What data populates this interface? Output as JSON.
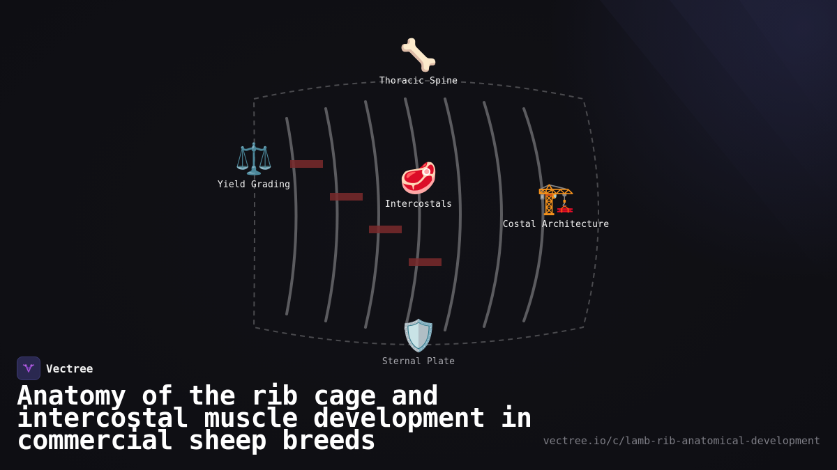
{
  "brand": {
    "name": "Vectree"
  },
  "title": "Anatomy of the rib cage and intercostal muscle development in commercial sheep breeds",
  "url": "vectree.io/c/lamb-rib-anatomical-development",
  "nodes": {
    "thoracic_spine": {
      "emoji": "🦴",
      "label": "Thoracic Spine"
    },
    "yield_grading": {
      "emoji": "⚖️",
      "label": "Yield Grading"
    },
    "intercostals": {
      "emoji": "🥩",
      "label": "Intercostals"
    },
    "costal_architecture": {
      "emoji": "🏗️",
      "label": "Costal Architecture"
    },
    "sternal_plate": {
      "emoji": "🛡️",
      "label": "Sternal Plate"
    }
  },
  "colors": {
    "background": "#111116",
    "rib": "#5a5a5e",
    "muscle": "#8b2e2e",
    "outline": "#4a4a4e",
    "brand_logo": "#2a2850",
    "logo_glyph": "#a24fd6"
  },
  "icons": {
    "brand": "vectree-logo-icon"
  }
}
